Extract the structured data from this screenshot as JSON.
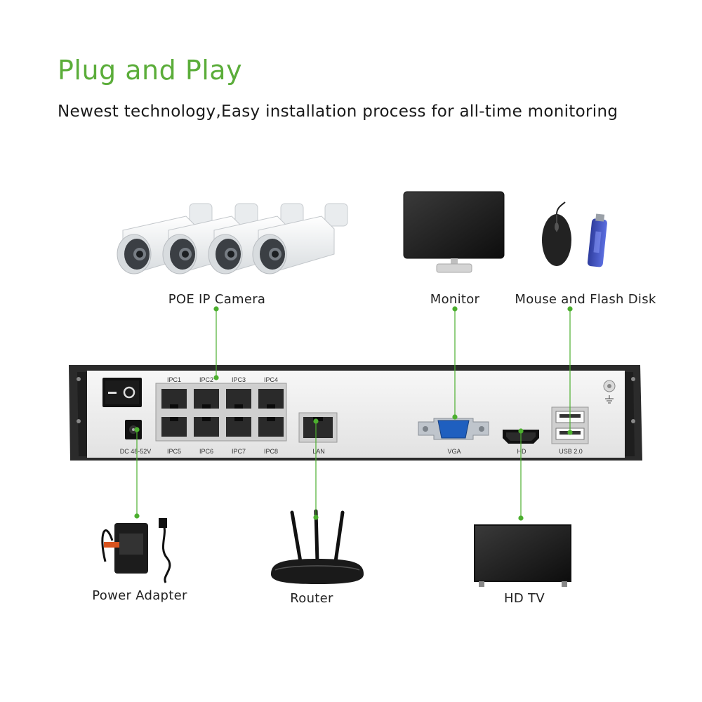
{
  "header": {
    "title": "Plug and Play",
    "subtitle": "Newest technology,Easy installation process for all-time monitoring"
  },
  "devices": {
    "camera": "POE IP Camera",
    "monitor": "Monitor",
    "mouse_flash": "Mouse and Flash Disk",
    "power_adapter": "Power Adapter",
    "router": "Router",
    "hdtv": "HD TV"
  },
  "nvr": {
    "ports_top": [
      "IPC1",
      "IPC2",
      "IPC3",
      "IPC4"
    ],
    "ports_bottom": [
      "IPC5",
      "IPC6",
      "IPC7",
      "IPC8"
    ],
    "dc_label": "DC 48-52V",
    "lan_label": "LAN",
    "vga_label": "VGA",
    "hd_label": "HD",
    "usb_label": "USB 2.0"
  },
  "colors": {
    "accent": "#5bad3a",
    "connector": "#4caf2f",
    "nvr_body": "#2b2b2b",
    "nvr_panel": "#efefef"
  }
}
